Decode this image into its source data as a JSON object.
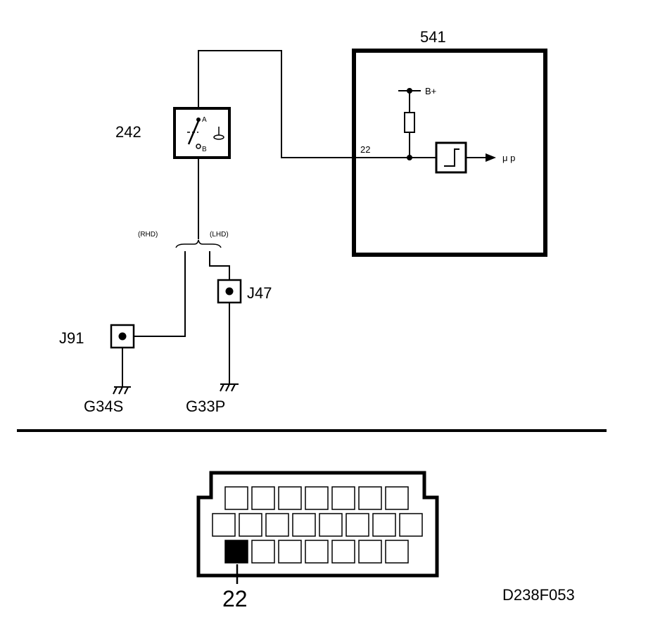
{
  "labels": {
    "ecu": "541",
    "switch": "242",
    "switch_term_a": "A",
    "switch_term_b": "B",
    "pin_number": "22",
    "supply": "B+",
    "output": "μ p",
    "rhd": "(RHD)",
    "lhd": "(LHD)",
    "conn_j91": "J91",
    "conn_j47": "J47",
    "ground_rhd": "G34S",
    "ground_lhd": "G33P",
    "connector_pin": "22",
    "figure_id": "D238F053"
  },
  "connector": {
    "rows": [
      7,
      8,
      7
    ],
    "highlighted_row": 3,
    "highlighted_pin": 1
  },
  "colors": {
    "line": "#000000",
    "background": "#ffffff"
  }
}
